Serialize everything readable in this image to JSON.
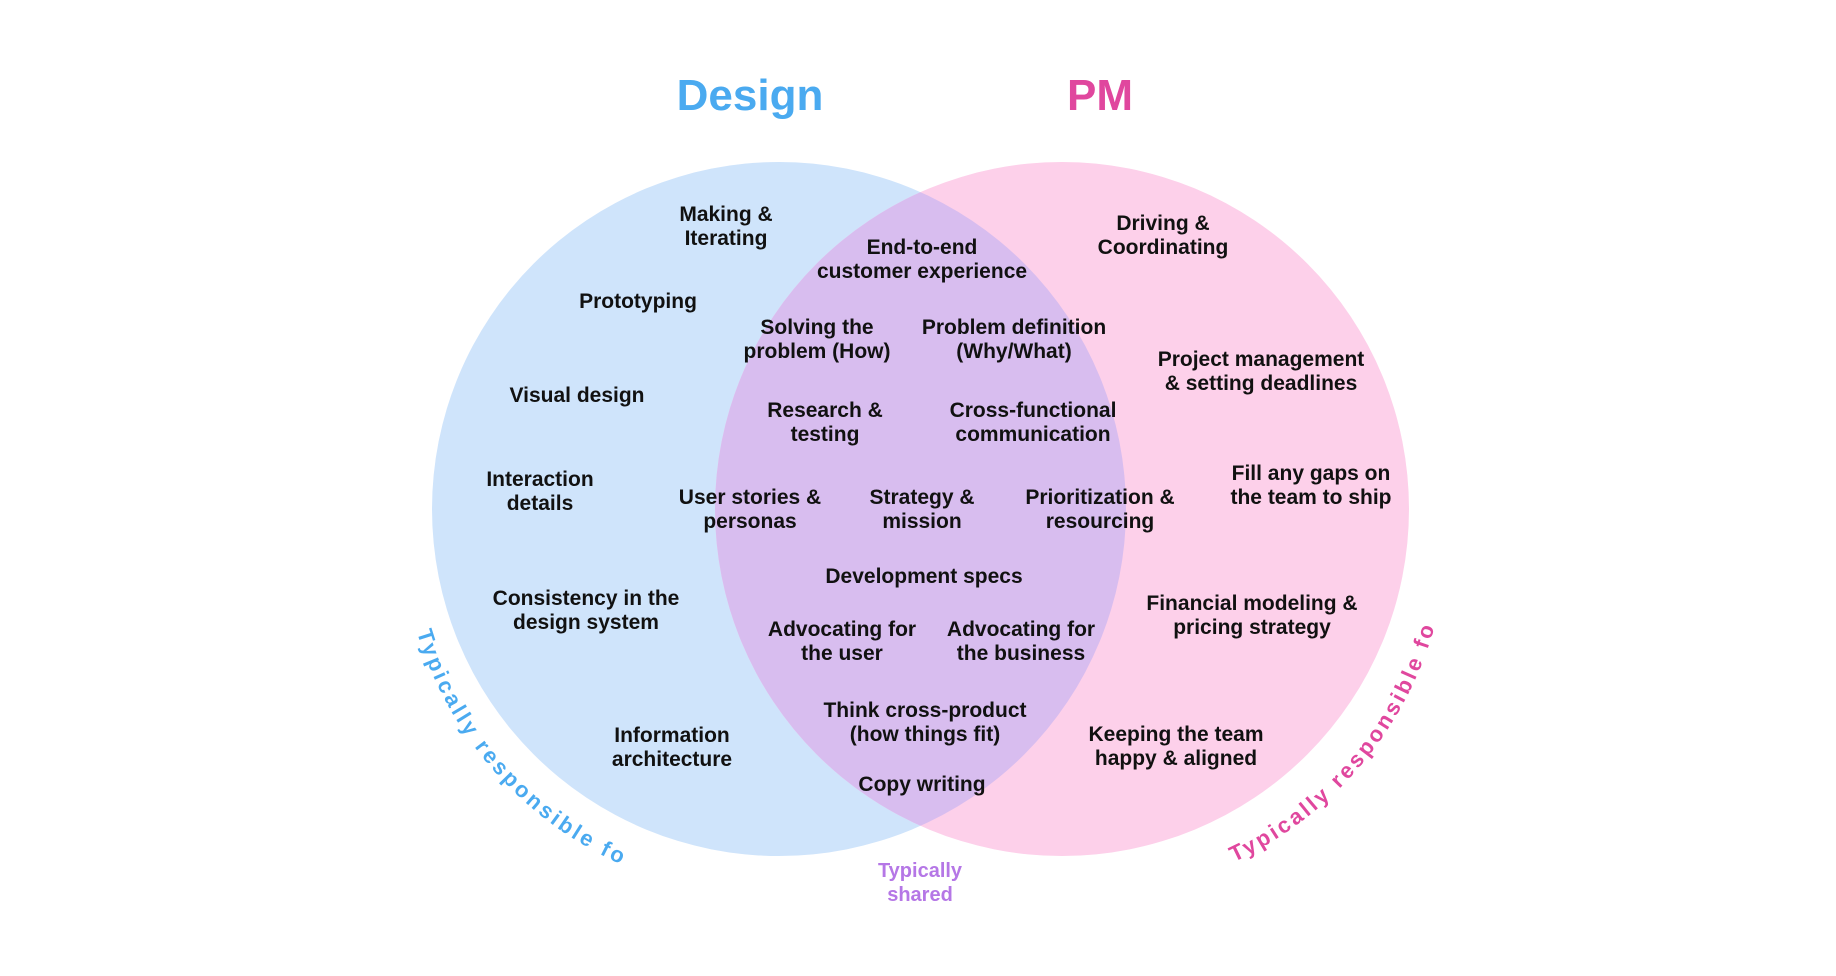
{
  "colors": {
    "design": "#4aaaf0",
    "pm": "#e0479e",
    "shared": "#b577e6",
    "design_fill": "#cfe4fb",
    "pm_fill": "#fdd0ea",
    "overlap_fill": "#d8bdef"
  },
  "titles": {
    "design": "Design",
    "pm": "PM"
  },
  "captions": {
    "design_arc": "Typically responsible for",
    "pm_arc": "Typically responsible for",
    "shared": "Typically\nshared"
  },
  "design_items": [
    "Making &\nIterating",
    "Prototyping",
    "Visual design",
    "Interaction\ndetails",
    "Consistency in the\ndesign system",
    "Information\narchitecture"
  ],
  "shared_items": [
    "End-to-end\ncustomer experience",
    "Solving the\nproblem (How)",
    "Problem definition\n(Why/What)",
    "Research &\ntesting",
    "Cross-functional\ncommunication",
    "User stories &\npersonas",
    "Strategy &\nmission",
    "Prioritization &\nresourcing",
    "Development specs",
    "Advocating for\nthe user",
    "Advocating for\nthe business",
    "Think cross-product\n(how things fit)",
    "Copy writing"
  ],
  "pm_items": [
    "Driving &\nCoordinating",
    "Project management\n& setting deadlines",
    "Fill any gaps on\nthe team to ship",
    "Financial modeling &\npricing strategy",
    "Keeping the team\nhappy & aligned"
  ]
}
